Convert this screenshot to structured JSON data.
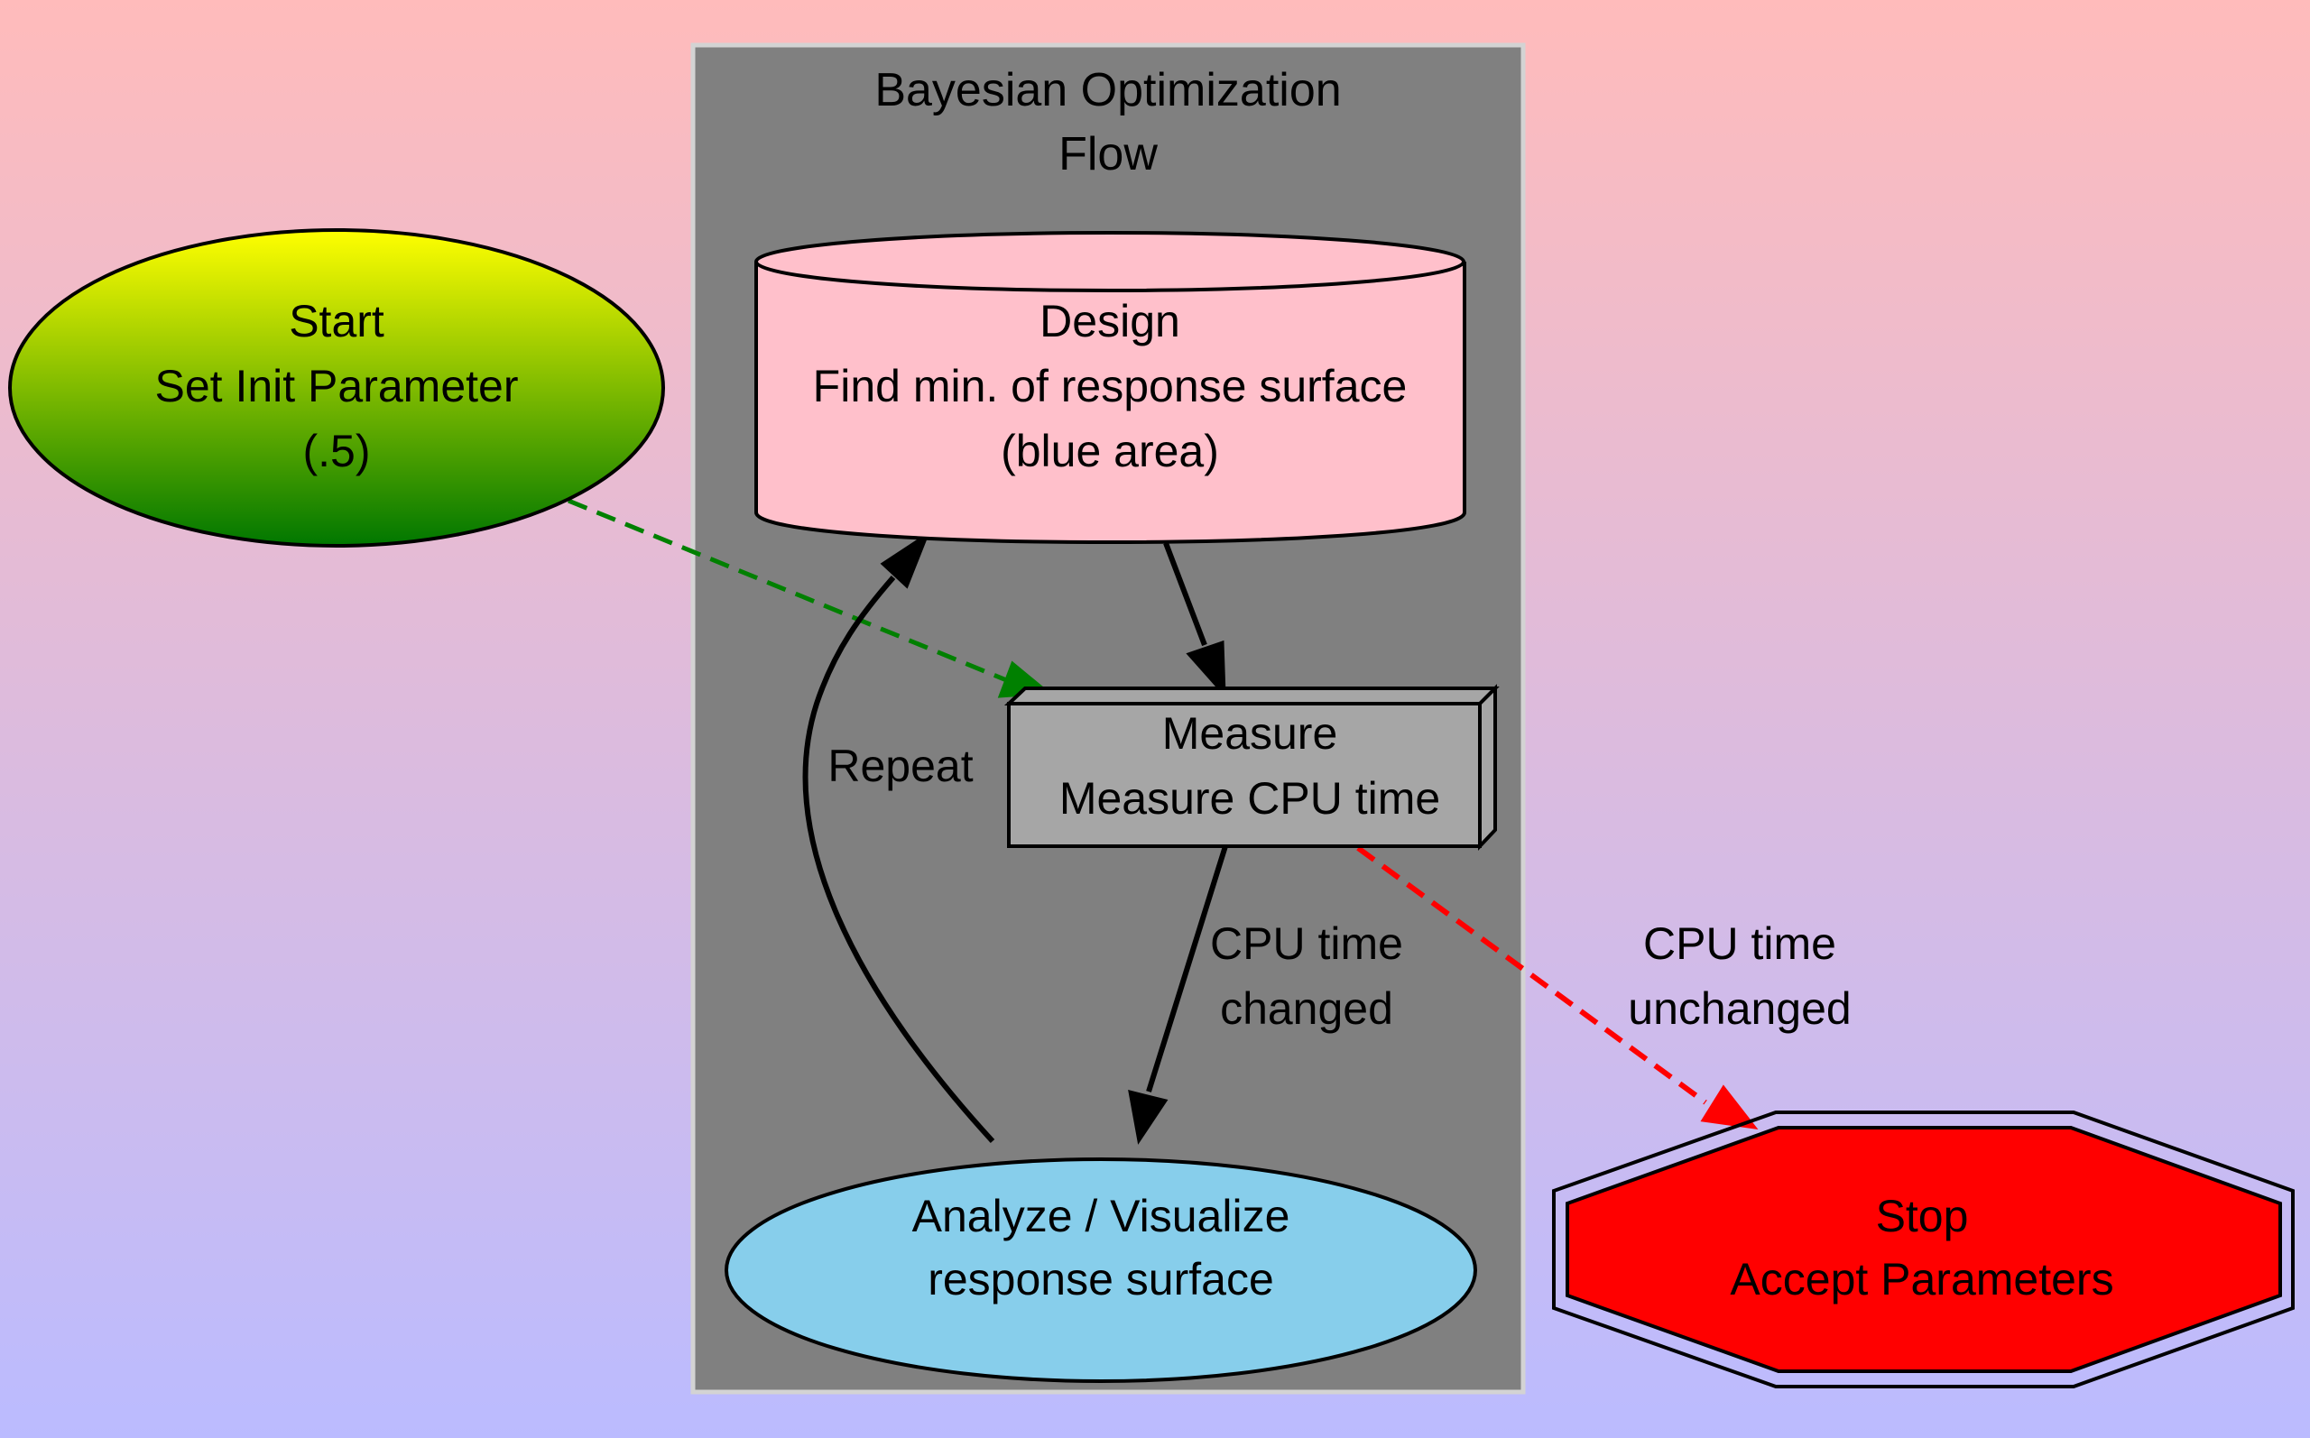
{
  "cluster": {
    "title_lines": [
      "Bayesian Optimization",
      "Flow"
    ],
    "fill": "#808080",
    "border": "#D3D3D3"
  },
  "nodes": {
    "start": {
      "lines": [
        "Start",
        "Set Init Parameter",
        "(.5)"
      ],
      "gradient_top": "#FFFF00",
      "gradient_bottom": "#007700"
    },
    "design": {
      "lines": [
        "Design",
        "Find min. of response surface",
        "(blue area)"
      ],
      "fill": "#FFC0CB"
    },
    "measure": {
      "lines": [
        "Measure",
        "Measure CPU time"
      ],
      "fill": "#A6A6A6"
    },
    "analyze": {
      "lines": [
        "Analyze / Visualize",
        "response surface"
      ],
      "fill": "#87CEEB"
    },
    "stop": {
      "lines": [
        "Stop",
        "Accept Parameters"
      ],
      "fill": "#FF0000"
    }
  },
  "edges": {
    "start_to_measure": {
      "label": "",
      "color": "#008000",
      "style": "dashed"
    },
    "design_to_measure": {
      "label": "",
      "color": "#000000",
      "style": "solid"
    },
    "measure_to_analyze": {
      "label_lines": [
        "CPU time",
        "changed"
      ],
      "color": "#000000",
      "style": "solid"
    },
    "analyze_to_design": {
      "label": "Repeat",
      "color": "#000000",
      "style": "solid"
    },
    "measure_to_stop": {
      "label_lines": [
        "CPU time",
        "unchanged"
      ],
      "color": "#FF0000",
      "style": "dashed"
    }
  },
  "background": {
    "top": "#FFBBBB",
    "bottom": "#BBBBFF"
  }
}
